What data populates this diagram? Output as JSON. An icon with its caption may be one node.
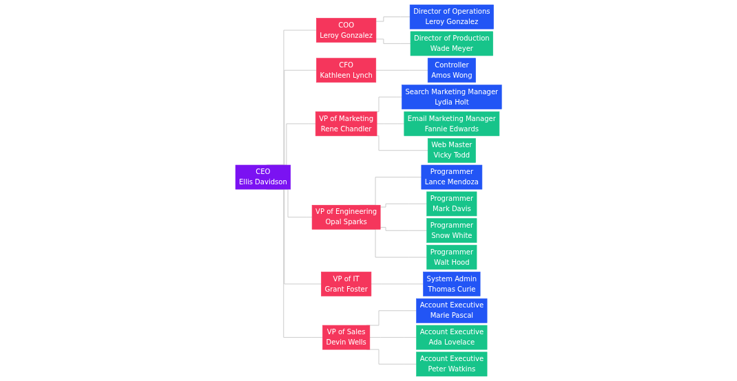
{
  "diagram": {
    "nodes": [
      {
        "text": [
          "CEO",
          "Ellis Davidson"
        ]
      },
      {
        "text": [
          "COO",
          "Leroy Gonzalez"
        ]
      },
      {
        "text": [
          "CFO",
          "Kathleen Lynch"
        ]
      },
      {
        "text": [
          "VP of Marketing",
          "Rene Chandler"
        ]
      },
      {
        "text": [
          "VP of Engineering",
          "Opal Sparks"
        ]
      },
      {
        "text": [
          "VP of IT",
          "Grant Foster"
        ]
      },
      {
        "text": [
          "VP of Sales",
          "Devin Wells"
        ]
      },
      {
        "text": [
          "Director of Operations",
          "Leroy Gonzalez"
        ]
      },
      {
        "text": [
          "Director of Production",
          "Wade Meyer"
        ]
      },
      {
        "text": [
          "Controller",
          "Amos Wong"
        ]
      },
      {
        "text": [
          "Search Marketing Manager",
          "Lydia Holt"
        ]
      },
      {
        "text": [
          "Email Marketing Manager",
          "Fannie Edwards"
        ]
      },
      {
        "text": [
          "Web Master",
          "Vicky Todd"
        ]
      },
      {
        "text": [
          "Programmer",
          "Lance Mendoza"
        ]
      },
      {
        "text": [
          "Programmer",
          "Mark Davis"
        ]
      },
      {
        "text": [
          "Programmer",
          "Snow White"
        ]
      },
      {
        "text": [
          "Programmer",
          "Walt Hood"
        ]
      },
      {
        "text": [
          "System Admin",
          "Thomas Curie"
        ]
      },
      {
        "text": [
          "Account Executive",
          "Marie Pascal"
        ]
      },
      {
        "text": [
          "Account Executive",
          "Ada Lovelace"
        ]
      },
      {
        "text": [
          "Account Executive",
          "Peter Watkins"
        ]
      }
    ],
    "edges": [
      {
        "from": 0,
        "to": 1,
        "arrow": "none"
      },
      {
        "from": 0,
        "to": 2,
        "arrow": "none"
      },
      {
        "from": 0,
        "to": 3,
        "arrow": "none"
      },
      {
        "from": 0,
        "to": 4,
        "arrow": "none"
      },
      {
        "from": 0,
        "to": 5,
        "arrow": "none"
      },
      {
        "from": 0,
        "to": 6,
        "arrow": "none"
      },
      {
        "from": 1,
        "to": 7,
        "arrow": "none"
      },
      {
        "from": 1,
        "to": 8,
        "arrow": "none"
      },
      {
        "from": 2,
        "to": 9,
        "arrow": "none"
      },
      {
        "from": 3,
        "to": 10,
        "arrow": "none"
      },
      {
        "from": 3,
        "to": 11,
        "arrow": "none"
      },
      {
        "from": 3,
        "to": 12,
        "arrow": "none"
      },
      {
        "from": 4,
        "to": 13,
        "arrow": "none"
      },
      {
        "from": 4,
        "to": 14,
        "arrow": "none"
      },
      {
        "from": 4,
        "to": 15,
        "arrow": "none"
      },
      {
        "from": 4,
        "to": 16,
        "arrow": "none"
      },
      {
        "from": 5,
        "to": 17,
        "arrow": "none"
      },
      {
        "from": 6,
        "to": 18,
        "arrow": "none"
      },
      {
        "from": 6,
        "to": 19,
        "arrow": "none"
      },
      {
        "from": 6,
        "to": 20,
        "arrow": "none"
      }
    ]
  }
}
